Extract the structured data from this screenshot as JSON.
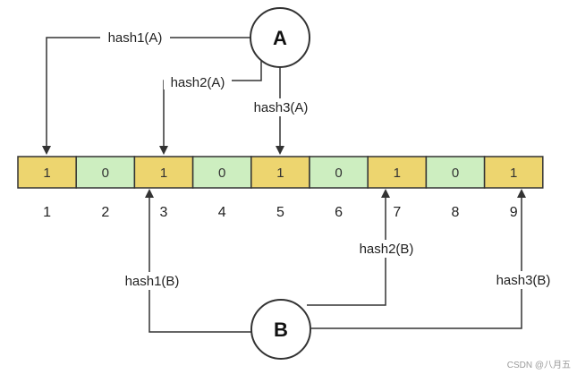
{
  "colors": {
    "bit_one": "#edd56f",
    "bit_zero": "#cdeec0",
    "stroke": "#333333"
  },
  "bit_array": {
    "bits": [
      "1",
      "0",
      "1",
      "0",
      "1",
      "0",
      "1",
      "0",
      "1"
    ],
    "indices": [
      "1",
      "2",
      "3",
      "4",
      "5",
      "6",
      "7",
      "8",
      "9"
    ]
  },
  "nodes": {
    "a": {
      "label": "A"
    },
    "b": {
      "label": "B"
    }
  },
  "edges": {
    "a_hash1": "hash1(A)",
    "a_hash2": "hash2(A)",
    "a_hash3": "hash3(A)",
    "b_hash1": "hash1(B)",
    "b_hash2": "hash2(B)",
    "b_hash3": "hash3(B)"
  },
  "watermark": "CSDN @八月五"
}
